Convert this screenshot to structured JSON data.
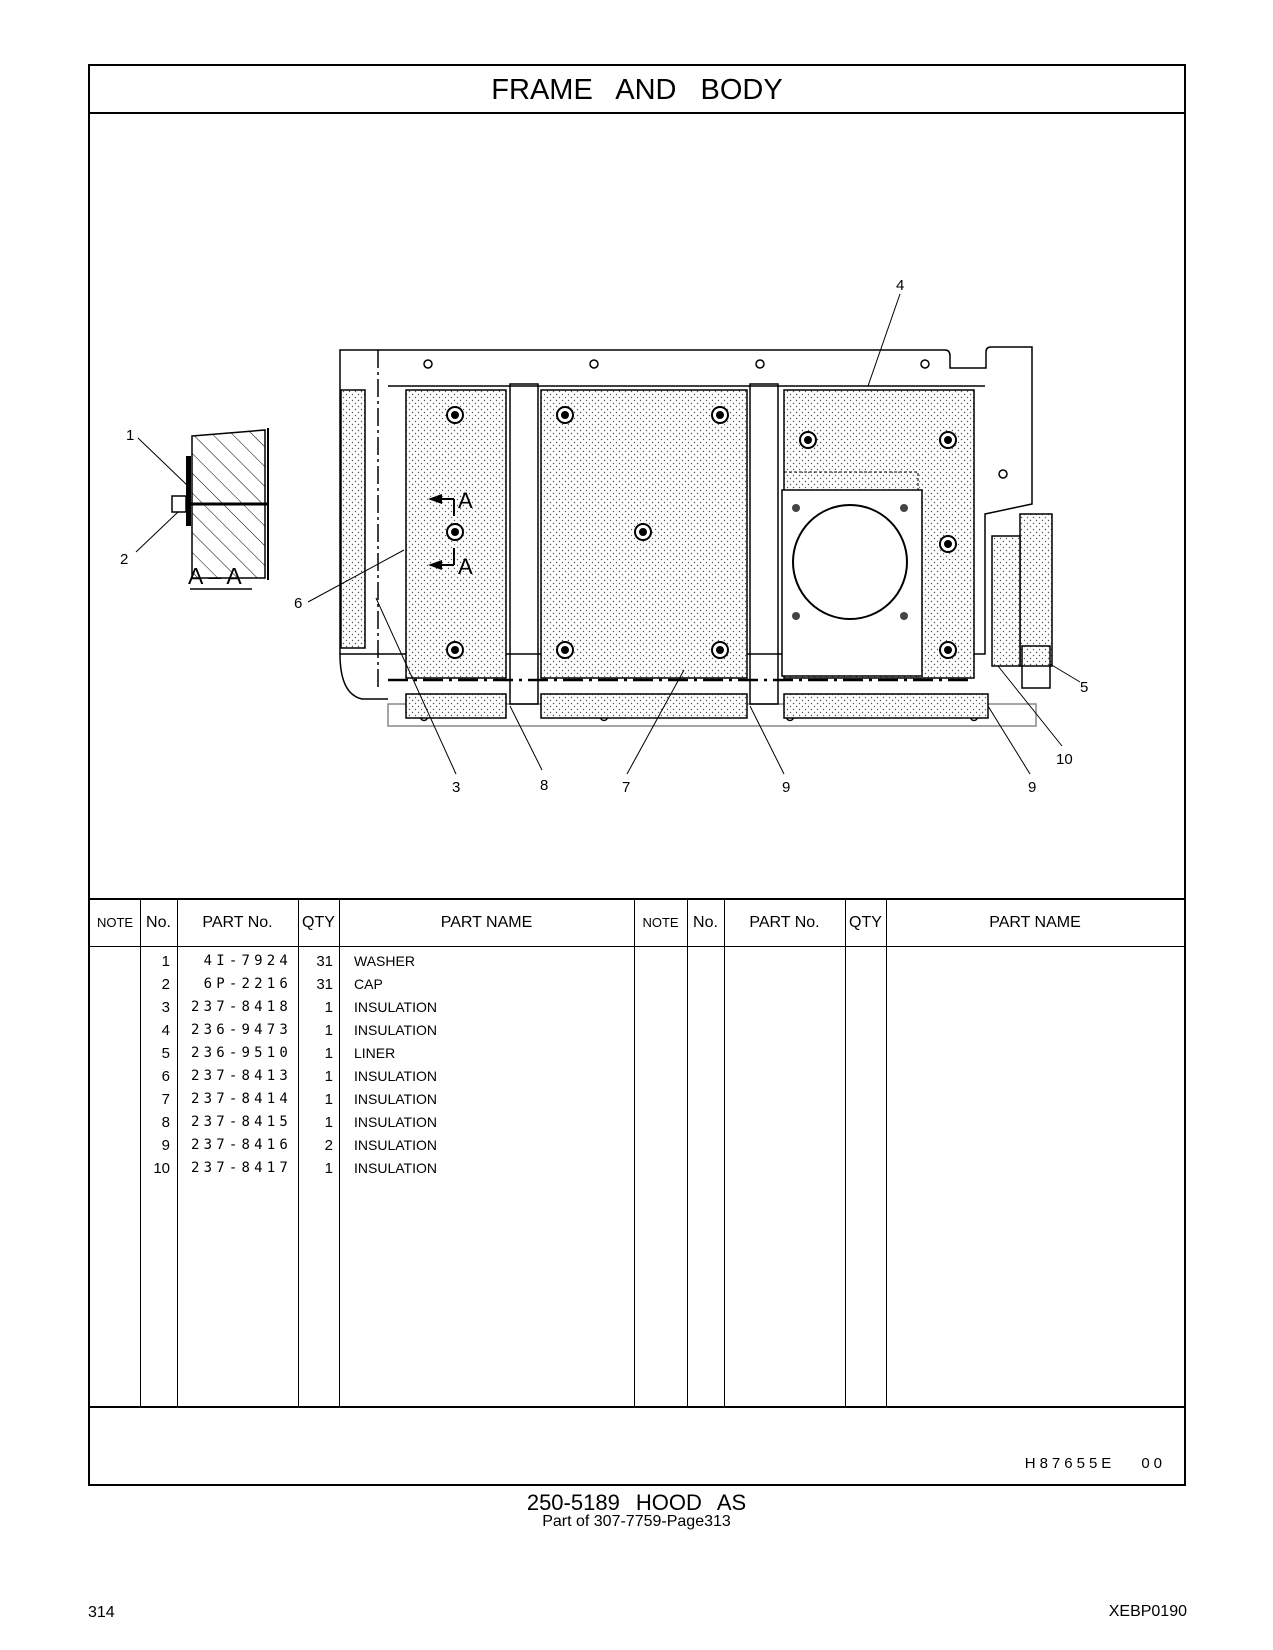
{
  "title": "FRAME   AND   BODY",
  "drawing": {
    "section_label": "A – A",
    "section_marks": [
      "A",
      "A"
    ],
    "callouts": [
      "1",
      "2",
      "3",
      "4",
      "5",
      "6",
      "7",
      "8",
      "9",
      "9",
      "10"
    ]
  },
  "table": {
    "headers": [
      "NOTE",
      "No.",
      "PART No.",
      "QTY",
      "PART NAME",
      "NOTE",
      "No.",
      "PART No.",
      "QTY",
      "PART NAME"
    ],
    "rows": [
      {
        "no": "1",
        "part": "4I-7924",
        "qty": "31",
        "name": "WASHER"
      },
      {
        "no": "2",
        "part": "6P-2216",
        "qty": "31",
        "name": "CAP"
      },
      {
        "no": "3",
        "part": "237-8418",
        "qty": "1",
        "name": "INSULATION"
      },
      {
        "no": "4",
        "part": "236-9473",
        "qty": "1",
        "name": "INSULATION"
      },
      {
        "no": "5",
        "part": "236-9510",
        "qty": "1",
        "name": "LINER"
      },
      {
        "no": "6",
        "part": "237-8413",
        "qty": "1",
        "name": "INSULATION"
      },
      {
        "no": "7",
        "part": "237-8414",
        "qty": "1",
        "name": "INSULATION"
      },
      {
        "no": "8",
        "part": "237-8415",
        "qty": "1",
        "name": "INSULATION"
      },
      {
        "no": "9",
        "part": "237-8416",
        "qty": "2",
        "name": "INSULATION"
      },
      {
        "no": "10",
        "part": "237-8417",
        "qty": "1",
        "name": "INSULATION"
      }
    ]
  },
  "drawing_code": "H87655E",
  "drawing_rev": "00",
  "footer": {
    "assembly": "250-5189   HOOD  AS",
    "part_of": "Part of 307-7759-Page313",
    "page_number": "314",
    "doc_code": "XEBP0190"
  }
}
